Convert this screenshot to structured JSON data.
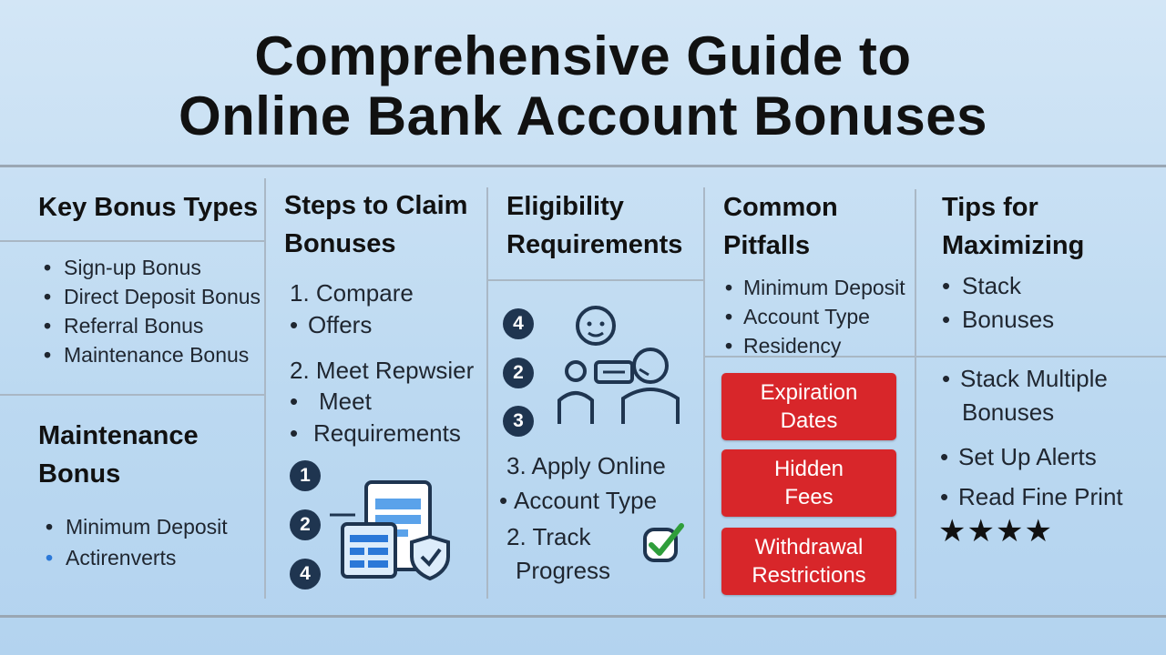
{
  "title": {
    "line1": "Comprehensive Guide to",
    "line2": "Online Bank Account Bonuses"
  },
  "key_bonus_types": {
    "heading": "Key Bonus Types",
    "items": [
      "Sign-up Bonus",
      "Direct Deposit Bonus",
      "Referral Bonus",
      "Maintenance Bonus"
    ]
  },
  "maintenance_bonus": {
    "heading_line1": "Maintenance",
    "heading_line2": "Bonus",
    "items": [
      "Minimum Deposit",
      "Actirenverts"
    ]
  },
  "steps_to_claim": {
    "heading_line1": "Steps to Claim",
    "heading_line2": "Bonuses",
    "step1": "1. Compare",
    "step1_sub": "Offers",
    "step2": "2. Meet Repwsier",
    "step2_sub1": "Meet",
    "step2_sub2": "Requirements",
    "badges": [
      "1",
      "2",
      "4"
    ]
  },
  "eligibility": {
    "heading_line1": "Eligibility",
    "heading_line2": "Requirements",
    "badges": [
      "4",
      "2",
      "3"
    ],
    "step3": "3. Apply Online",
    "step3_sub": "Account Type",
    "step4_line1": "2. Track",
    "step4_line2": "Progress"
  },
  "pitfalls": {
    "heading_line1": "Common",
    "heading_line2": "Pitfalls",
    "items": [
      "Minimum Deposit",
      "Account Type",
      "Residency"
    ],
    "warnings": [
      {
        "line1": "Expiration",
        "line2": "Dates"
      },
      {
        "line1": "Hidden",
        "line2": "Fees"
      },
      {
        "line1": "Withdrawal",
        "line2": "Restrictions"
      }
    ]
  },
  "tips": {
    "heading_line1": "Tips for",
    "heading_line2": "Maximizing",
    "items_top": [
      "Stack",
      "Bonuses"
    ],
    "items_bottom": [
      {
        "line1": "Stack Multiple",
        "line2": "Bonuses"
      },
      {
        "line1": "Set Up Alerts"
      },
      {
        "line1": "Read Fine Print"
      }
    ],
    "stars": "★★★★",
    "rating": 4
  },
  "colors": {
    "background": "#c4ddf3",
    "warning_red": "#d8262a",
    "badge_navy": "#1f3550",
    "icon_blue": "#2b78d8"
  }
}
